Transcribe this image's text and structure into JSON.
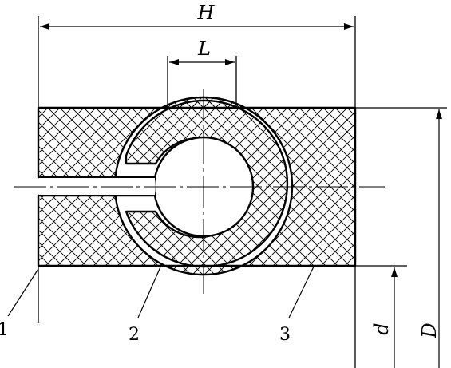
{
  "figure": {
    "dimensions": {
      "width_label": "H",
      "slot_width_label": "L",
      "inner_diameter_label": "d",
      "outer_diameter_label": "D"
    },
    "callouts": [
      "1",
      "2",
      "3"
    ],
    "colors": {
      "stroke": "#000000",
      "background": "#ffffff",
      "hatch": "#000000"
    }
  }
}
